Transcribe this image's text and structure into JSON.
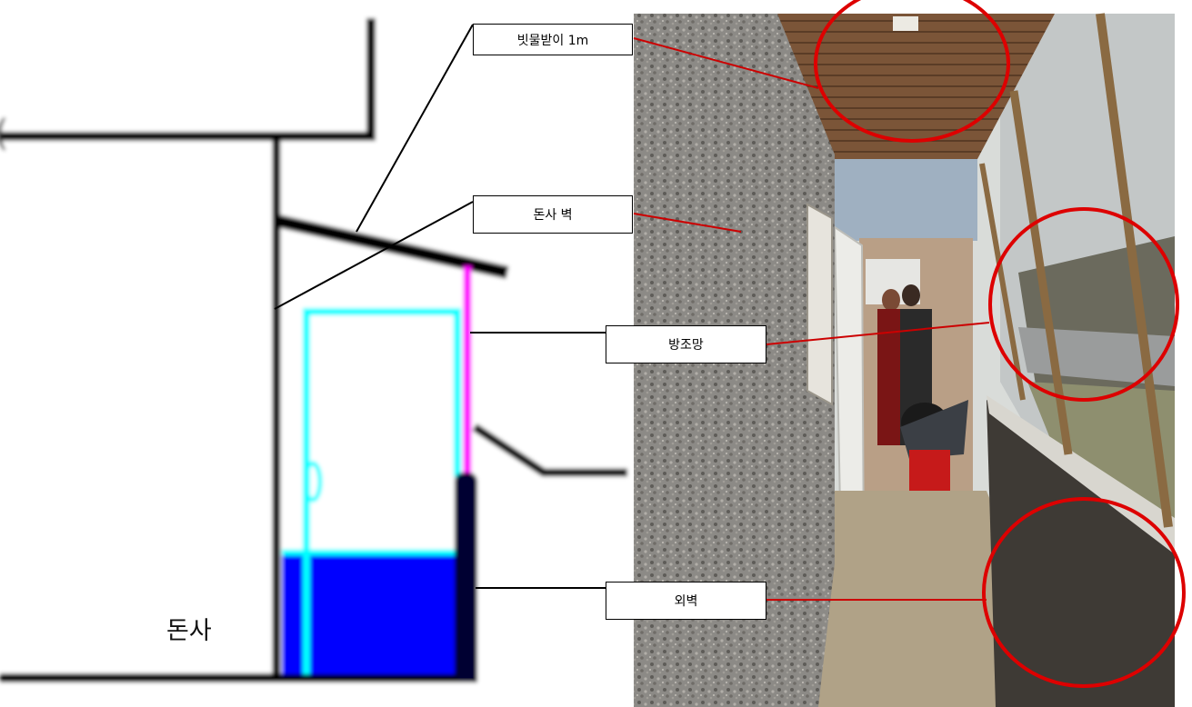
{
  "diagram": {
    "barn_label": "돈사"
  },
  "callouts": {
    "rain_gutter": "빗물받이 1m",
    "barn_wall": "돈사 벽",
    "insect_net": "방조망",
    "outer_wall": "외벽"
  },
  "colors": {
    "structure": "#000000",
    "frame": "#00ffff",
    "net": "#ff00ff",
    "water": "#0000ff",
    "callout_line": "#cc0000",
    "highlight_circle": "#dd0000"
  }
}
